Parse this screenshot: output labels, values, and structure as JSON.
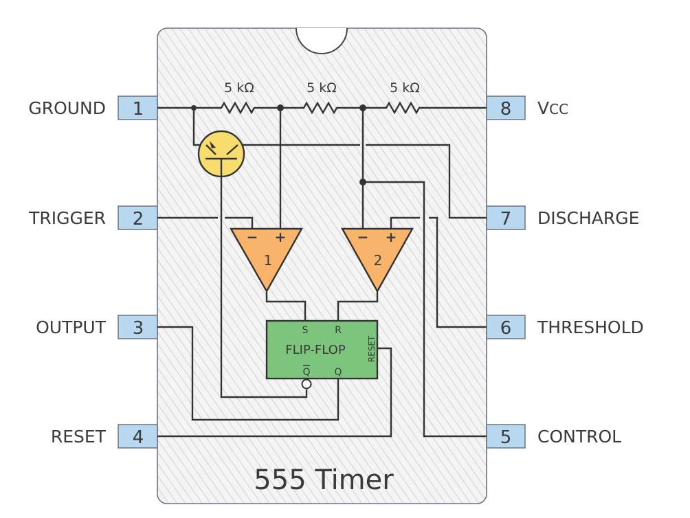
{
  "title": "555 Timer",
  "resistor_label": "5 kΩ",
  "pins": {
    "p1": {
      "number": "1",
      "label": "GROUND"
    },
    "p2": {
      "number": "2",
      "label": "TRIGGER"
    },
    "p3": {
      "number": "3",
      "label": "OUTPUT"
    },
    "p4": {
      "number": "4",
      "label": "RESET"
    },
    "p5": {
      "number": "5",
      "label": "CONTROL"
    },
    "p6": {
      "number": "6",
      "label": "THRESHOLD"
    },
    "p7": {
      "number": "7",
      "label": "DISCHARGE"
    },
    "p8": {
      "number": "8",
      "label": "V",
      "label_sub": "CC"
    }
  },
  "comparators": {
    "c1": {
      "number": "1",
      "minus": "−",
      "plus": "+"
    },
    "c2": {
      "number": "2",
      "minus": "−",
      "plus": "+"
    }
  },
  "flipflop": {
    "label": "FLIP-FLOP",
    "s": "S",
    "r": "R",
    "qbar": "Q",
    "q": "Q",
    "reset": "RESET"
  },
  "colors": {
    "pin_fill": "#b8d8f0",
    "comparator_fill": "#f8b46a",
    "flipflop_fill": "#7dc47d",
    "transistor_fill": "#f8dc6e",
    "chip_fill": "#f2f2f2"
  }
}
